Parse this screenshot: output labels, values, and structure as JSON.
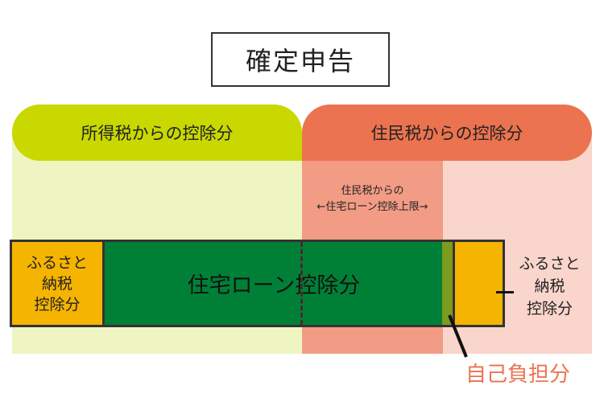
{
  "title": "確定申告",
  "income_tax": {
    "label": "所得税からの控除分",
    "color": "#c8d800"
  },
  "resident_tax": {
    "label": "住民税からの控除分",
    "color": "#eb7350"
  },
  "limit_label": {
    "line1": "住民税からの",
    "line2": "←住宅ローン控除上限→"
  },
  "bar": {
    "left_furusato": "ふるさと\n納税\n控除分",
    "housing_loan": "住宅ローン控除分"
  },
  "right_furusato": "ふるさと\n納税\n控除分",
  "self_pay": "自己負担分"
}
